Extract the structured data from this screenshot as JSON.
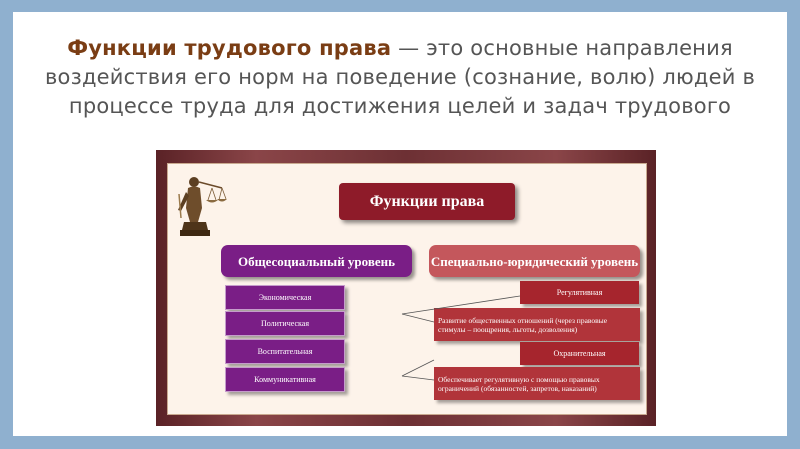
{
  "title": {
    "term": "Функции трудового права",
    "rest": " — это основные направления воздействия его норм на поведение (сознание, волю) людей в процессе труда для достижения целей и задач трудового"
  },
  "diagram": {
    "main": "Функции права",
    "left_level": "Общесоциальный уровень",
    "right_level": "Специально-юридический уровень",
    "left_items": [
      "Экономическая",
      "Политическая",
      "Воспитательная",
      "Коммуникативная"
    ],
    "right_items": [
      {
        "head": "Регулятивная",
        "desc": "Развитие общественных отношений (через правовые стимулы – поощрения, льготы, дозволения)"
      },
      {
        "head": "Охранительная",
        "desc": "Обеспечивает регулятивную с помощью правовых ограничений (обязанностей, запретов, наказаний)"
      }
    ]
  },
  "colors": {
    "background": "#8fb0cf",
    "title_term": "#7a3d14",
    "main_box": "#8e1b29",
    "left_level": "#7a1e86",
    "right_level": "#c4575c",
    "frame": "#6d3034"
  },
  "icons": {
    "statue": "themis-statue-icon"
  }
}
